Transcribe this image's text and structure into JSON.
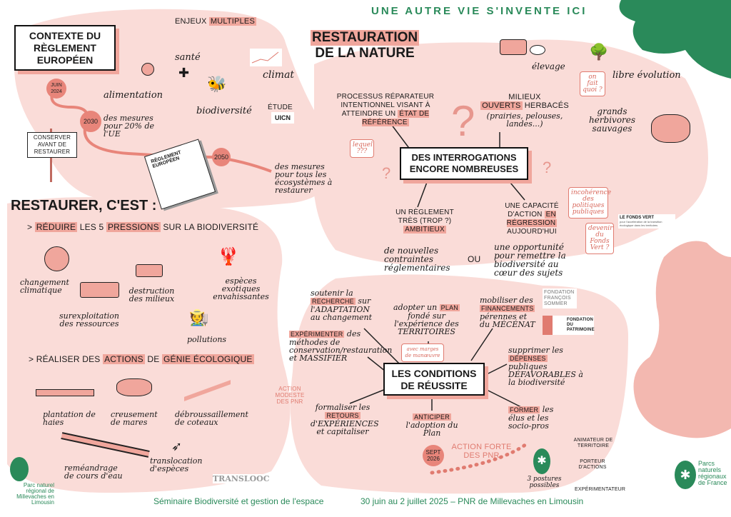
{
  "header": {
    "tagline": "UNE AUTRE VIE S'INVENTE ICI",
    "main_title_line1": "RESTAURATION",
    "main_title_line2": "DE LA NATURE"
  },
  "contexte": {
    "title": "CONTEXTE DU RÈGLEMENT EUROPÉEN",
    "enjeux_label": "ENJEUX",
    "enjeux_highlight": "MULTIPLES",
    "enjeux": [
      "santé",
      "alimentation",
      "biodiversité",
      "climat"
    ],
    "etude_label": "ÉTUDE",
    "uicn_logo": "UICN",
    "timeline": [
      {
        "date": "JUIN 2024",
        "text": ""
      },
      {
        "date": "2030",
        "text": "des mesures pour 20% de l'UE"
      },
      {
        "date": "2050",
        "text": "des mesures pour tous les écosystèmes à restaurer"
      }
    ],
    "sign": "CONSERVER AVANT DE RESTAURER",
    "book": "RÈGLEMENT EUROPÉEN"
  },
  "restaurer": {
    "title": "RESTAURER, C'EST :",
    "reduire": {
      "prefix": ">",
      "hl1": "RÉDUIRE",
      "mid": "LES 5",
      "hl2": "PRESSIONS",
      "suffix": "SUR LA BIODIVERSITÉ"
    },
    "pressions": [
      "changement climatique",
      "surexploitation des ressources",
      "destruction des milieux",
      "pollutions",
      "espèces exotiques envahissantes"
    ],
    "realiser": {
      "prefix": "> RÉALISER DES",
      "hl1": "ACTIONS",
      "mid": "DE",
      "hl2": "GÉNIE ÉCOLOGIQUE"
    },
    "actions": [
      "plantation de haies",
      "creusement de mares",
      "débroussaillement de coteaux",
      "reméandrage de cours d'eau",
      "translocation d'espèces"
    ],
    "translooc_logo": "TRANSLOOC"
  },
  "interrogations": {
    "title": "DES INTERROGATIONS ENCORE NOMBREUSES",
    "processus": "PROCESSUS RÉPARATEUR INTENTIONNEL VISANT À ATTEINDRE UN",
    "processus_hl": "ÉTAT DE RÉFÉRENCE",
    "lequel": "lequel ???",
    "milieux": "MILIEUX",
    "milieux_hl": "OUVERTS",
    "milieux_rest": "HERBACÉS",
    "milieux_examples": "(prairies, pelouses, landes...)",
    "on_fait_quoi": "on fait quoi ?",
    "options": [
      "élevage",
      "libre évolution",
      "grands herbivores sauvages"
    ],
    "reglement": "UN RÈGLEMENT TRÈS (TROP ?)",
    "reglement_hl": "AMBITIEUX",
    "capacite": "UNE CAPACITÉ D'ACTION",
    "capacite_hl": "EN RÉGRESSION",
    "capacite_end": "AUJOURD'HUI",
    "incoherence": "incohérence des politiques publiques",
    "fonds_vert_q": "devenir du Fonds Vert ?",
    "fonds_vert_logo": "LE FONDS VERT",
    "fonds_vert_sub": "pour l'accélération de la transition écologique dans les territoires",
    "contraintes": "de nouvelles contraintes réglementaires",
    "ou": "OU",
    "opportunite": "une opportunité pour remettre la biodiversité au cœur des sujets"
  },
  "conditions": {
    "title": "LES CONDITIONS DE RÉUSSITE",
    "items": [
      {
        "pre": "soutenir la",
        "hl": "RECHERCHE",
        "post": "sur l'ADAPTATION au changement"
      },
      {
        "pre": "adopter un",
        "hl": "PLAN",
        "post": "fondé sur l'expérience des TERRITOIRES"
      },
      {
        "pre": "mobiliser des",
        "hl": "FINANCEMENTS",
        "post": "pérennes et du MÉCÉNAT"
      },
      {
        "pre": "",
        "hl": "EXPÉRIMENTER",
        "post": "des méthodes de conservation/restauration et MASSIFIER"
      },
      {
        "pre": "supprimer les",
        "hl": "DÉPENSES",
        "post": "publiques DÉFAVORABLES à la biodiversité"
      },
      {
        "pre": "formaliser les",
        "hl": "RETOURS",
        "post": "d'EXPÉRIENCES et capitaliser"
      },
      {
        "pre": "",
        "hl": "ANTICIPER",
        "post": "l'adoption du Plan"
      },
      {
        "pre": "",
        "hl": "FORMER",
        "post": "les élus et les socio-pros"
      }
    ],
    "marges": "avec marges de manœuvre",
    "action_modeste": "ACTION MODESTE DES PNR",
    "action_forte": "ACTION FORTE DES PNR",
    "sept_2026": "SEPT 2026",
    "postures_label": "3 postures possibles",
    "postures": [
      "ANIMATEUR DE TERRITOIRE",
      "PORTEUR D'ACTIONS",
      "EXPÉRIMENTATEUR"
    ],
    "fondation1": "FONDATION FRANÇOIS SOMMER",
    "fondation2": "FONDATION DU PATRIMOINE"
  },
  "footer": {
    "seminar": "Séminaire Biodiversité et gestion de l'espace",
    "dates": "30 juin au 2 juillet 2025 – PNR de Millevaches en Limousin",
    "logo_left": "Parc naturel régional de Millevaches en Limousin",
    "logo_right": "Parcs naturels régionaux de France"
  },
  "colors": {
    "pink_bg": "#fadcd8",
    "accent": "#f0a69c",
    "green": "#2a8a5a"
  }
}
